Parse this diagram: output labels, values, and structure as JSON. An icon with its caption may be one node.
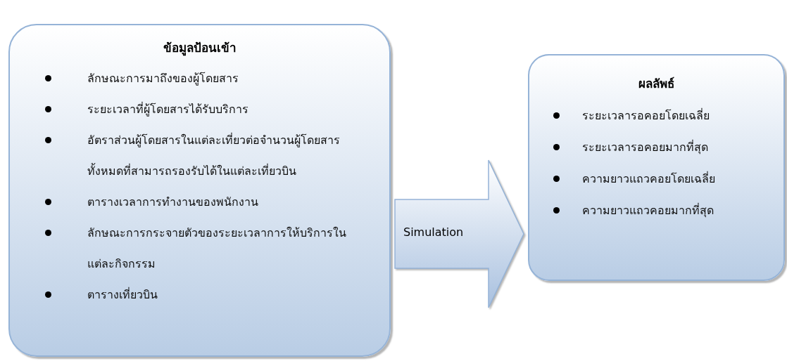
{
  "diagram": {
    "nodes": [
      {
        "text": [
          "ข้อมูลป้อนเข้า",
          "ลักษณะการมาถึงของผู้โดยสาร",
          "ระยะเวลาที่ผู้โดยสารได้รับบริการ",
          "อัตราส่วนผู้โดยสารในแต่ละเที่ยวต่อจำนวนผู้โดยสารทั้งหมดที่สามารถรองรับได้ในแต่ละเที่ยวบิน",
          "ตารางเวลาการทำงานของพนักงาน",
          "ลักษณะการกระจายตัวของระยะเวลาการให้บริการในแต่ละกิจกรรม",
          "ตารางเที่ยวบิน"
        ]
      },
      {
        "text": [
          "ผลลัพธ์",
          "ระยะเวลารอคอยโดยเฉลี่ย",
          "ระยะเวลารอคอยมากที่สุด",
          "ความยาวแถวคอยโดยเฉลี่ย",
          "ความยาวแถวคอยมากที่สุด"
        ]
      }
    ],
    "edges": [
      {
        "from": 0,
        "to": 1,
        "arrow": "to",
        "label": "Simulation"
      }
    ]
  }
}
